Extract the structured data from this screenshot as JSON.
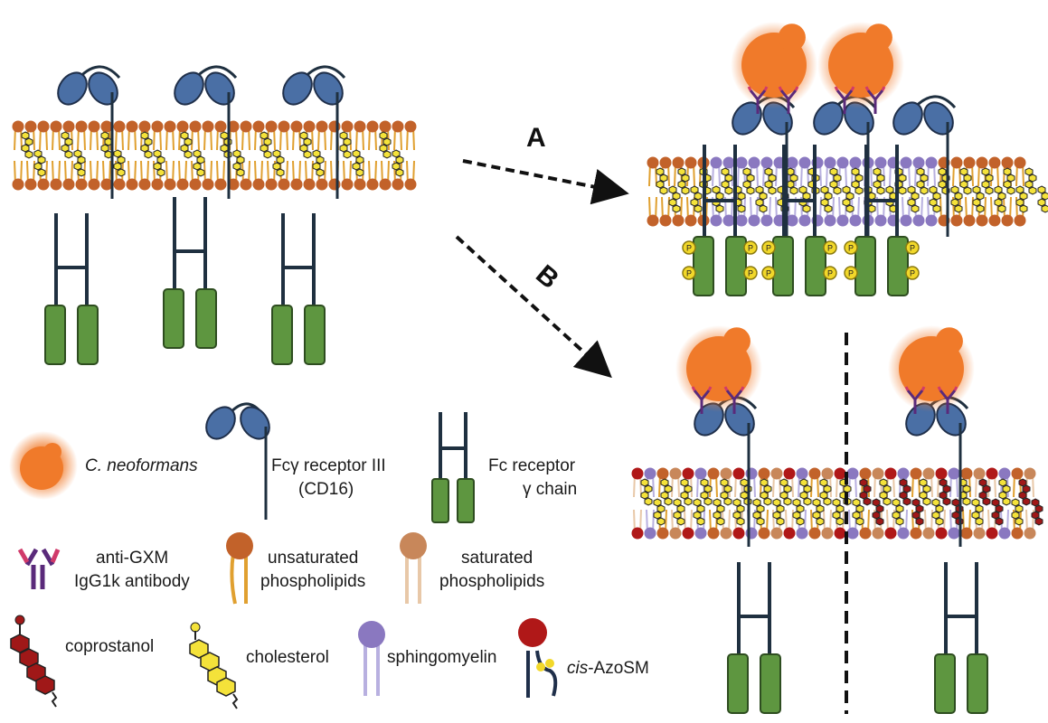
{
  "arrows": {
    "a_label": "A",
    "b_label": "B"
  },
  "legend": {
    "cneoformans": "C. neoformans",
    "fcgr3_line1": "Fcγ receptor III",
    "fcgr3_line2": "(CD16)",
    "fcr_gamma_line1": "Fc receptor",
    "fcr_gamma_line2": "γ chain",
    "antibody_line1": "anti-GXM",
    "antibody_line2": "IgG1k antibody",
    "unsat_line1": "unsaturated",
    "unsat_line2": "phospholipids",
    "sat_line1": "saturated",
    "sat_line2": "phospholipids",
    "coprostanol": "coprostanol",
    "cholesterol": "cholesterol",
    "sphingomyelin": "sphingomyelin",
    "azo_prefix": "cis",
    "azo_suffix": "-AzoSM"
  },
  "phospho_label": "P",
  "colors": {
    "receptor": "#4a6fa5",
    "receptor_stroke": "#1f2f4a",
    "stalk": "#1f3040",
    "gamma_chain": "#5e9640",
    "gamma_chain_stroke": "#2e4d20",
    "unsat_head": "#c2622a",
    "unsat_tail": "#e0a030",
    "sat_head": "#c8875a",
    "sat_tail": "#e8c8a8",
    "sphingomyelin": "#8a78c0",
    "sphingo_tail": "#b8b0e0",
    "cholesterol": "#f4e23a",
    "coprostanol": "#a01818",
    "azo_head": "#b01818",
    "cneoformans": "#f07a2a",
    "phospho": "#f2d82a",
    "antibody": "#5a2a7a",
    "antibody_tip": "#d03a6a"
  }
}
